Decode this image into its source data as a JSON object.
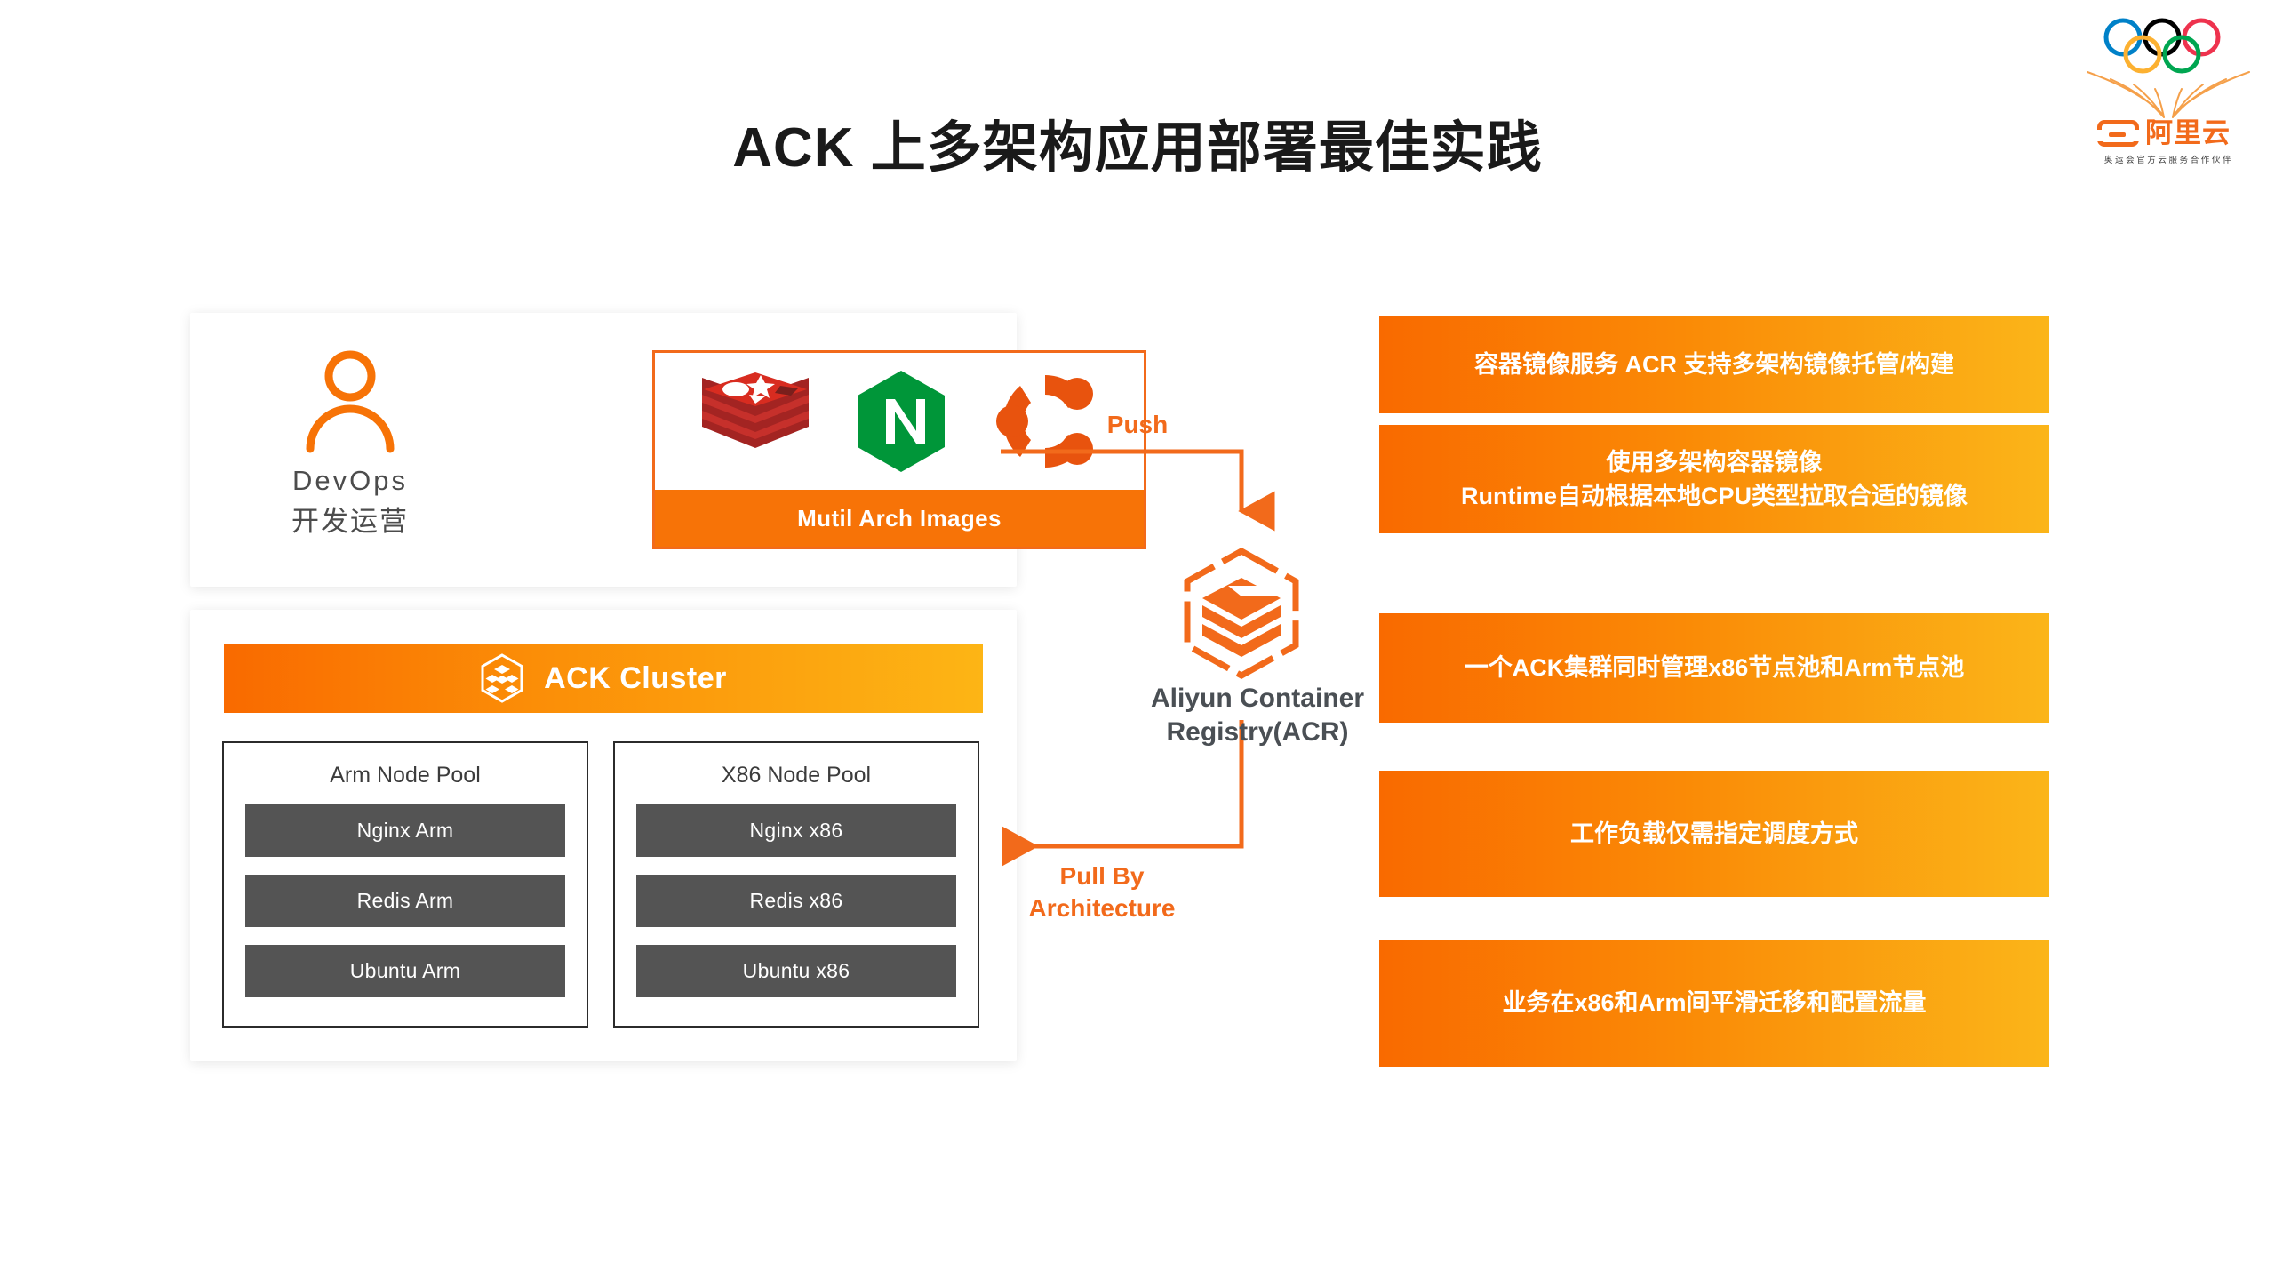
{
  "title": "ACK 上多架构应用部署最佳实践",
  "logo": {
    "rings_name": "olympic-rings",
    "brand_text": "阿里云",
    "caption": "奥运会官方云服务合作伙伴",
    "ring_colors": [
      "#0081C8",
      "#000000",
      "#EE334E",
      "#FCB131",
      "#00A651"
    ],
    "brand_color": "#F26A1B"
  },
  "devops": {
    "icon": "person-icon",
    "label_en": "DevOps",
    "label_cn": "开发运营"
  },
  "images_box": {
    "caption": "Mutil Arch Images",
    "icons": [
      {
        "name": "redis-icon",
        "label": "Redis",
        "color": "#D82C20"
      },
      {
        "name": "nginx-icon",
        "label": "Nginx",
        "color": "#009639"
      },
      {
        "name": "ubuntu-icon",
        "label": "Ubuntu",
        "color": "#E8530E"
      }
    ]
  },
  "cluster": {
    "icon": "ack-cluster-icon",
    "header_title": "ACK Cluster",
    "node_pools": [
      {
        "title": "Arm Node Pool",
        "nodes": [
          "Nginx Arm",
          "Redis Arm",
          "Ubuntu Arm"
        ]
      },
      {
        "title": "X86 Node Pool",
        "nodes": [
          "Nginx x86",
          "Redis x86",
          "Ubuntu x86"
        ]
      }
    ]
  },
  "registry": {
    "icon": "container-registry-icon",
    "label_line1": "Aliyun Container",
    "label_line2": "Registry(ACR)"
  },
  "flows": {
    "push_label": "Push",
    "pull_label_line1": "Pull By",
    "pull_label_line2": "Architecture",
    "arrow_color": "#F26A1B"
  },
  "feature_bars": [
    {
      "lines": [
        "容器镜像服务 ACR 支持多架构镜像托管/构建"
      ]
    },
    {
      "lines": [
        "使用多架构容器镜像",
        "Runtime自动根据本地CPU类型拉取合适的镜像"
      ]
    },
    {
      "lines": [
        "一个ACK集群同时管理x86节点池和Arm节点池"
      ]
    },
    {
      "lines": [
        "工作负载仅需指定调度方式"
      ]
    },
    {
      "lines": [
        "业务在x86和Arm间平滑迁移和配置流量"
      ]
    }
  ],
  "colors": {
    "accent_orange": "#F26A1B",
    "bar_gradient_start": "#F96A00",
    "bar_gradient_end": "#FBB519",
    "node_box": "#545454",
    "title_text": "#1a1a1a"
  }
}
